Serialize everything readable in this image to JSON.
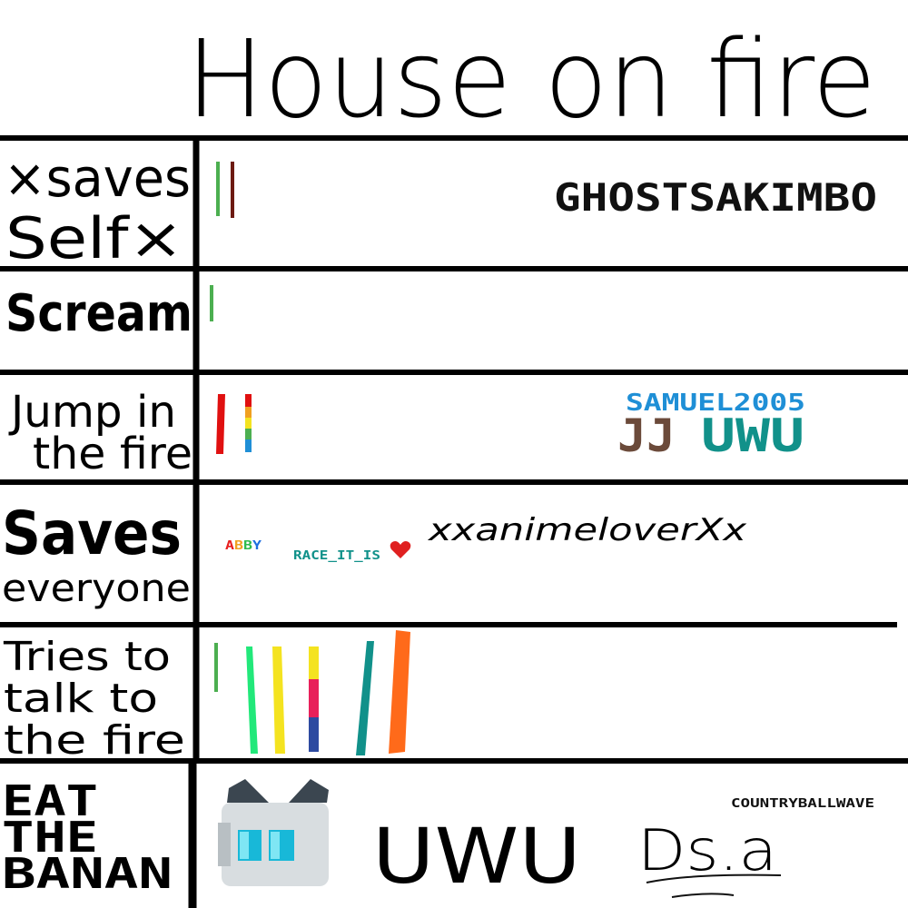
{
  "title": "House on fire",
  "rows": [
    {
      "label_lines": [
        "×saves",
        "Self×"
      ]
    },
    {
      "label_lines": [
        "Scream"
      ]
    },
    {
      "label_lines": [
        "Jump in",
        "the fire"
      ]
    },
    {
      "label_lines": [
        "Saves",
        "everyone"
      ]
    },
    {
      "label_lines": [
        "Tries to",
        "talk to",
        "the fire"
      ]
    },
    {
      "label_lines": [
        "EAT",
        "THE",
        "BANAN"
      ]
    }
  ],
  "entries": {
    "ghostsakimbo": "GHOSTSAKIMBO",
    "samuel2005": "SAMUEL2005",
    "jj": "JJ",
    "uwu_small": "UWU",
    "abby": "ABBY",
    "race_it_is": "RACE_IT_IS",
    "xxanimeloverxx": "xxanimeloverXx",
    "uwu_big": "UWU",
    "dsa": "Ds.a",
    "countryballwave": "COUNTRYBALLWAVE"
  },
  "icons": [
    "heart-icon",
    "cat-face-icon"
  ],
  "colors": {
    "line": "#000000",
    "green": "#4caf50",
    "dark_red": "#6d1a12",
    "red": "#e01010",
    "samuel_blue": "#1f8fd6",
    "jj_brown": "#6b4a3a",
    "teal": "#11918a",
    "light_blue": "#1ea0e6",
    "heart_red": "#e02020",
    "orange": "#ff6a1a",
    "yellow": "#f4e320",
    "bright_green": "#22e87a",
    "pink": "#e8205a",
    "navy": "#2d4aa0"
  }
}
